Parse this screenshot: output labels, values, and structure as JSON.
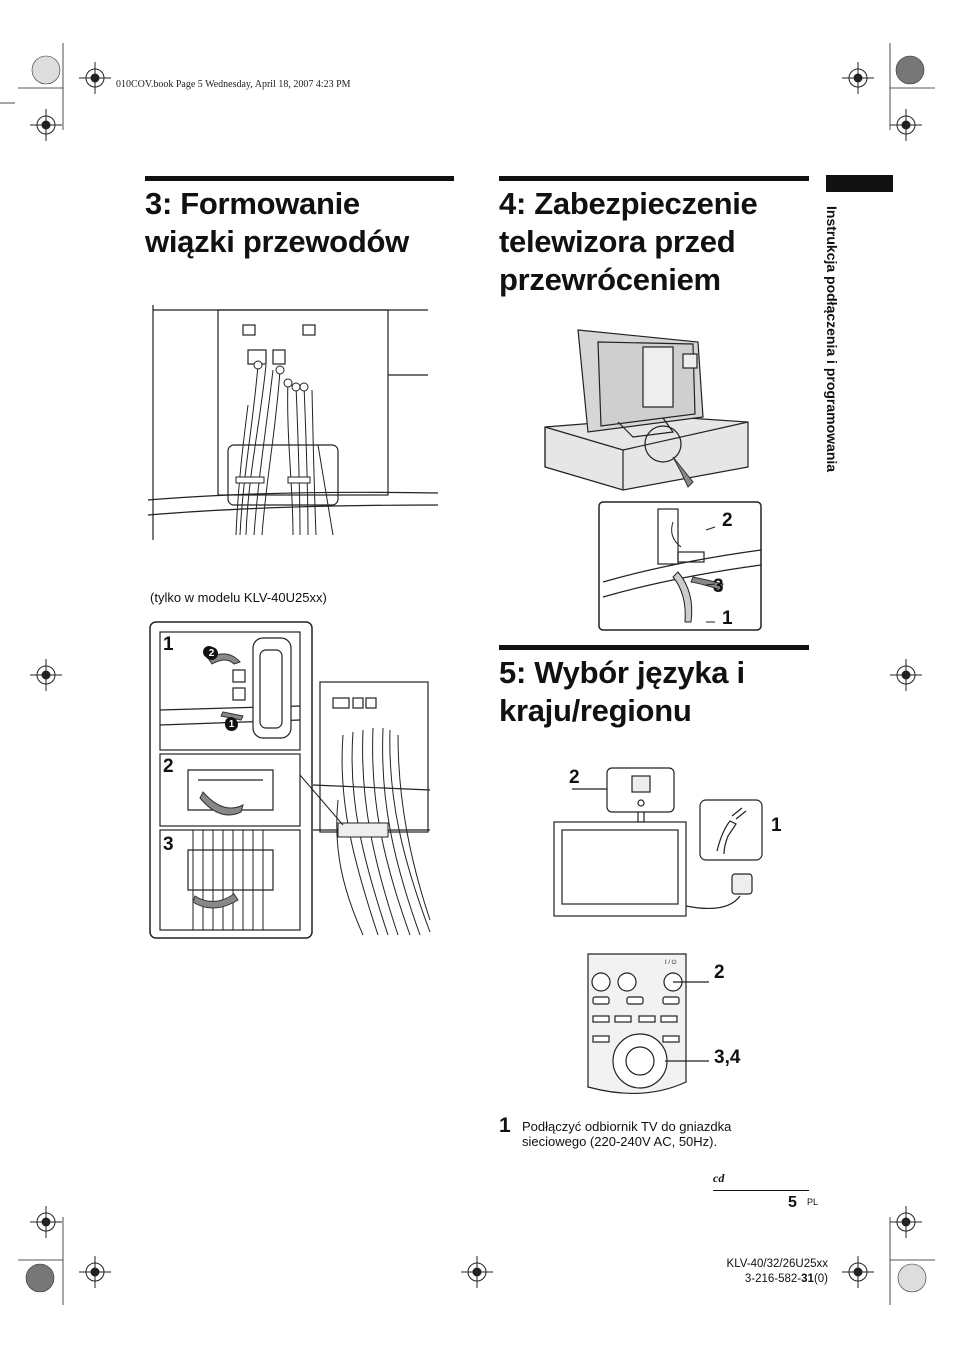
{
  "header": {
    "file_info": "010COV.book  Page 5  Wednesday, April 18, 2007  4:23 PM"
  },
  "side_tab": {
    "label": "Instrukcja podłączenia i programowania"
  },
  "section3": {
    "title_line1": "3: Formowanie",
    "title_line2": "wiązki przewodów",
    "caption": "(tylko w modelu KLV-40U25xx)",
    "steps": [
      "1",
      "2",
      "3"
    ],
    "marker_1": "1",
    "marker_2": "2"
  },
  "section4": {
    "title_line1": "4: Zabezpieczenie",
    "title_line2": "telewizora przed",
    "title_line3": "przewróceniem",
    "callouts": [
      "2",
      "3",
      "1"
    ]
  },
  "section5": {
    "title_line1": "5: Wybór języka i",
    "title_line2": "kraju/regionu",
    "tv_callouts": [
      "2",
      "1"
    ],
    "remote_callouts": [
      "2",
      "3,4"
    ],
    "remote_power_label": "I / ⏻",
    "step1_number": "1",
    "step1_line1": "Podłączyć odbiornik TV do gniazdka",
    "step1_line2": "sieciowego (220-240V AC, 50Hz)."
  },
  "footer": {
    "cd_mark": "cd",
    "page_number": "5",
    "page_lang": "PL",
    "model_line1": "KLV-40/32/26U25xx",
    "model_line2_prefix": "3-216-582-",
    "model_line2_bold": "31",
    "model_line2_suffix": "(0)"
  }
}
